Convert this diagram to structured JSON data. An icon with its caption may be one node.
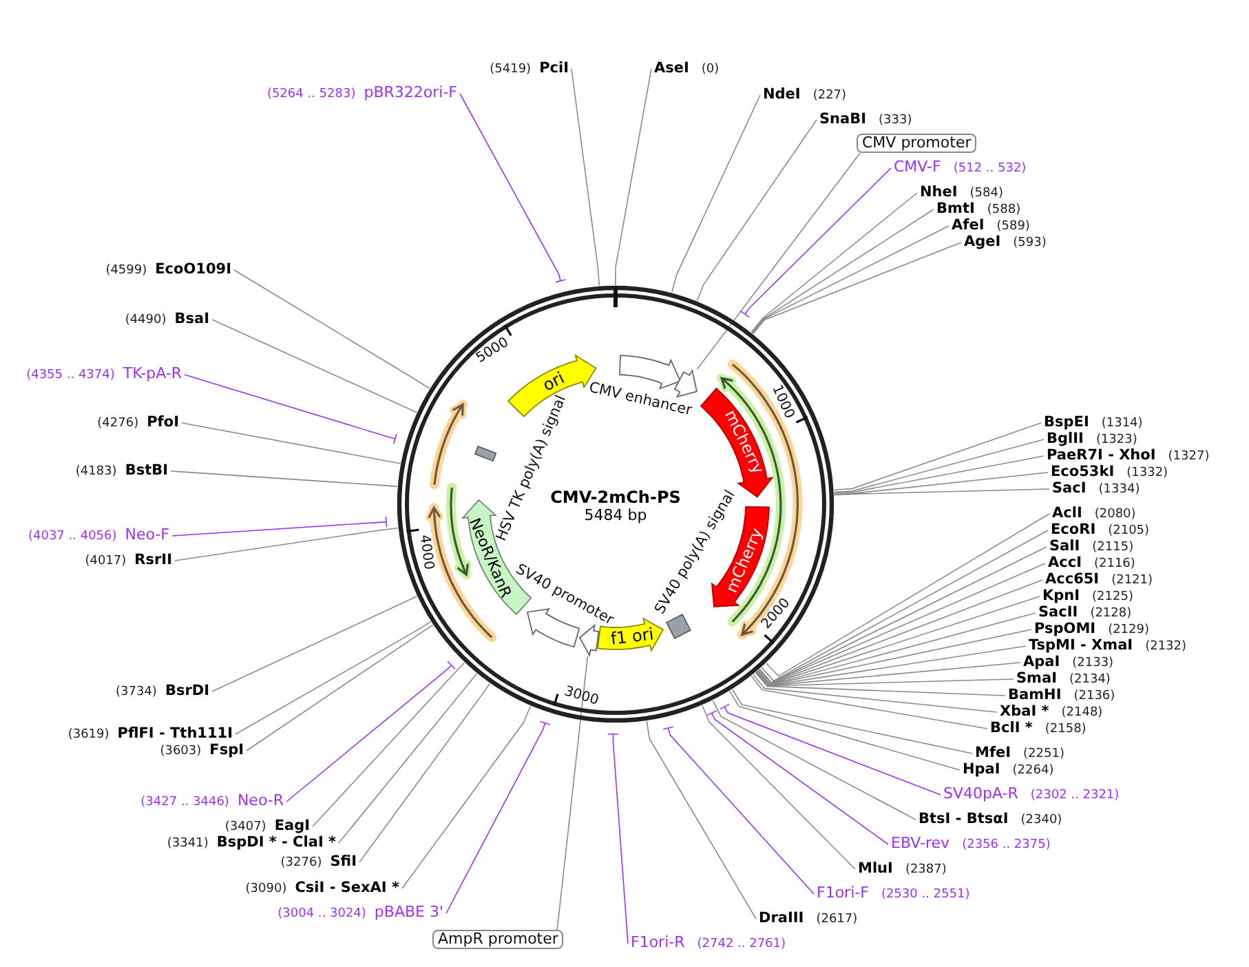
{
  "diagram": {
    "title": "CMV-2mCh-PS",
    "nodes": [
      {
        "text": [
          "(5419)",
          "PciI"
        ]
      },
      {
        "text": [
          "AseI",
          "(0)"
        ]
      },
      {
        "text": [
          "(5264 .. 5283)",
          "pBR322ori-F"
        ]
      },
      {
        "text": [
          "NdeI",
          "(227)"
        ]
      },
      {
        "text": [
          "SnaBI",
          "(333)"
        ]
      },
      {
        "text": [
          "CMV promoter"
        ]
      },
      {
        "text": [
          "CMV-F",
          "(512 .. 532)"
        ]
      },
      {
        "text": [
          "NheI",
          "(584)"
        ]
      },
      {
        "text": [
          "BmtI",
          "(588)"
        ]
      },
      {
        "text": [
          "AfeI",
          "(589)"
        ]
      },
      {
        "text": [
          "AgeI",
          "(593)"
        ]
      },
      {
        "text": [
          "(4599)",
          "EcoO109I"
        ]
      },
      {
        "text": [
          "(4490)",
          "BsaI"
        ]
      },
      {
        "text": [
          "(4355 .. 4374)",
          "TK-pA-R"
        ]
      },
      {
        "text": [
          "(4276)",
          "PfoI"
        ]
      },
      {
        "text": [
          "(4183)",
          "BstBI"
        ]
      },
      {
        "text": [
          "BspEI",
          "(1314)"
        ]
      },
      {
        "text": [
          "BglII",
          "(1323)"
        ]
      },
      {
        "text": [
          "PaeR7I - XhoI",
          "(1327)"
        ]
      },
      {
        "text": [
          "Eco53kI",
          "(1332)"
        ]
      },
      {
        "text": [
          "SacI",
          "(1334)"
        ]
      },
      {
        "text": [
          "(4037 .. 4056)",
          "Neo-F"
        ]
      },
      {
        "text": [
          "(4017)",
          "RsrII"
        ]
      },
      {
        "text": [
          "AclI",
          "(2080)"
        ]
      },
      {
        "text": [
          "EcoRI",
          "(2105)"
        ]
      },
      {
        "text": [
          "SalI",
          "(2115)"
        ]
      },
      {
        "text": [
          "AccI",
          "(2116)"
        ]
      },
      {
        "text": [
          "Acc65I",
          "(2121)"
        ]
      },
      {
        "text": [
          "KpnI",
          "(2125)"
        ]
      },
      {
        "text": [
          "SacII",
          "(2128)"
        ]
      },
      {
        "text": [
          "PspOMI",
          "(2129)"
        ]
      },
      {
        "text": [
          "TspMI - XmaI",
          "(2132)"
        ]
      },
      {
        "text": [
          "ApaI",
          "(2133)"
        ]
      },
      {
        "text": [
          "SmaI",
          "(2134)"
        ]
      },
      {
        "text": [
          "BamHI",
          "(2136)"
        ]
      },
      {
        "text": [
          "XbaI *",
          "(2148)"
        ]
      },
      {
        "text": [
          "BclI *",
          "(2158)"
        ]
      },
      {
        "text": [
          "(3734)",
          "BsrDI"
        ]
      },
      {
        "text": [
          "(3619)",
          "PflFI - Tth111I"
        ]
      },
      {
        "text": [
          "(3603)",
          "FspI"
        ]
      },
      {
        "text": [
          "MfeI",
          "(2251)"
        ]
      },
      {
        "text": [
          "HpaI",
          "(2264)"
        ]
      },
      {
        "text": [
          "SV40pA-R",
          "(2302 .. 2321)"
        ]
      },
      {
        "text": [
          "(3427 .. 3446)",
          "Neo-R"
        ]
      },
      {
        "text": [
          "(3407)",
          "EagI"
        ]
      },
      {
        "text": [
          "BtsI - BtsαI",
          "(2340)"
        ]
      },
      {
        "text": [
          "(3341)",
          "BspDI * - ClaI *"
        ]
      },
      {
        "text": [
          "(3276)",
          "SfiI"
        ]
      },
      {
        "text": [
          "EBV-rev",
          "(2356 .. 2375)"
        ]
      },
      {
        "text": [
          "MluI",
          "(2387)"
        ]
      },
      {
        "text": [
          "(3090)",
          "CsiI - SexAI *"
        ]
      },
      {
        "text": [
          "F1ori-F",
          "(2530 .. 2551)"
        ]
      },
      {
        "text": [
          "(3004 .. 3024)",
          "pBABE 3'"
        ]
      },
      {
        "text": [
          "DraIII",
          "(2617)"
        ]
      },
      {
        "text": [
          "AmpR promoter"
        ]
      },
      {
        "text": [
          "F1ori-R",
          "(2742 .. 2761)"
        ]
      },
      {
        "text": [],
        "shape": "circle"
      },
      {
        "text": [
          "ori"
        ],
        "in": 56
      },
      {
        "text": [],
        "shape": "arrow",
        "beside": [
          "CMV enhancer"
        ],
        "in": 56
      },
      {
        "text": [],
        "shape": "arrow",
        "in": 56
      },
      {
        "text": [
          "mCherry"
        ],
        "in": 56
      },
      {
        "text": [
          "mCherry"
        ],
        "in": 56
      },
      {
        "text": [],
        "shape": "box",
        "beside": [
          "SV40 poly(A) signal"
        ],
        "in": 56
      },
      {
        "text": [
          "f1 ori"
        ],
        "in": 56
      },
      {
        "text": [],
        "shape": "arrow",
        "in": 56
      },
      {
        "text": [],
        "shape": "arrow",
        "beside": [
          "SV40 promoter"
        ],
        "in": 56
      },
      {
        "text": [
          "NeoR/KanR"
        ],
        "in": 56
      },
      {
        "text": [],
        "shape": "box",
        "beside": [
          "HSV TK poly(A) signal"
        ],
        "in": 56
      },
      {
        "text": [],
        "shape": "arrow",
        "in": 56
      },
      {
        "text": [],
        "shape": "arrow",
        "in": 56
      },
      {
        "text": [],
        "shape": "arrow",
        "in": 56
      },
      {
        "text": [],
        "shape": "arrow",
        "in": 56
      },
      {
        "text": [],
        "shape": "arrow",
        "in": 56
      }
    ],
    "edges": [
      {
        "from": 0,
        "to": 56,
        "arrow": "none"
      },
      {
        "from": 1,
        "to": 56,
        "arrow": "none"
      },
      {
        "from": 2,
        "to": 56,
        "arrow": "none",
        "color": "#9b30ff"
      },
      {
        "from": 3,
        "to": 56,
        "arrow": "none"
      },
      {
        "from": 4,
        "to": 56,
        "arrow": "none"
      },
      {
        "from": 5,
        "to": 59,
        "arrow": "none"
      },
      {
        "from": 6,
        "to": 56,
        "arrow": "none",
        "color": "#9b30ff"
      },
      {
        "from": 7,
        "to": 56,
        "arrow": "none"
      },
      {
        "from": 8,
        "to": 56,
        "arrow": "none"
      },
      {
        "from": 9,
        "to": 56,
        "arrow": "none"
      },
      {
        "from": 10,
        "to": 56,
        "arrow": "none"
      },
      {
        "from": 11,
        "to": 56,
        "arrow": "none"
      },
      {
        "from": 12,
        "to": 56,
        "arrow": "none"
      },
      {
        "from": 13,
        "to": 56,
        "arrow": "none",
        "color": "#9b30ff"
      },
      {
        "from": 14,
        "to": 56,
        "arrow": "none"
      },
      {
        "from": 15,
        "to": 56,
        "arrow": "none"
      },
      {
        "from": 16,
        "to": 56,
        "arrow": "none"
      },
      {
        "from": 17,
        "to": 56,
        "arrow": "none"
      },
      {
        "from": 18,
        "to": 56,
        "arrow": "none"
      },
      {
        "from": 19,
        "to": 56,
        "arrow": "none"
      },
      {
        "from": 20,
        "to": 56,
        "arrow": "none"
      },
      {
        "from": 21,
        "to": 56,
        "arrow": "none",
        "color": "#9b30ff"
      },
      {
        "from": 22,
        "to": 56,
        "arrow": "none"
      },
      {
        "from": 23,
        "to": 56,
        "arrow": "none"
      },
      {
        "from": 24,
        "to": 56,
        "arrow": "none"
      },
      {
        "from": 25,
        "to": 56,
        "arrow": "none"
      },
      {
        "from": 26,
        "to": 56,
        "arrow": "none"
      },
      {
        "from": 27,
        "to": 56,
        "arrow": "none"
      },
      {
        "from": 28,
        "to": 56,
        "arrow": "none"
      },
      {
        "from": 29,
        "to": 56,
        "arrow": "none"
      },
      {
        "from": 30,
        "to": 56,
        "arrow": "none"
      },
      {
        "from": 31,
        "to": 56,
        "arrow": "none"
      },
      {
        "from": 32,
        "to": 56,
        "arrow": "none"
      },
      {
        "from": 33,
        "to": 56,
        "arrow": "none"
      },
      {
        "from": 34,
        "to": 56,
        "arrow": "none"
      },
      {
        "from": 35,
        "to": 56,
        "arrow": "none"
      },
      {
        "from": 36,
        "to": 56,
        "arrow": "none"
      },
      {
        "from": 37,
        "to": 56,
        "arrow": "none"
      },
      {
        "from": 38,
        "to": 56,
        "arrow": "none"
      },
      {
        "from": 39,
        "to": 56,
        "arrow": "none"
      },
      {
        "from": 40,
        "to": 56,
        "arrow": "none"
      },
      {
        "from": 41,
        "to": 56,
        "arrow": "none"
      },
      {
        "from": 42,
        "to": 56,
        "arrow": "none",
        "color": "#9b30ff"
      },
      {
        "from": 43,
        "to": 56,
        "arrow": "none",
        "color": "#9b30ff"
      },
      {
        "from": 44,
        "to": 56,
        "arrow": "none"
      },
      {
        "from": 45,
        "to": 56,
        "arrow": "none"
      },
      {
        "from": 46,
        "to": 56,
        "arrow": "none"
      },
      {
        "from": 47,
        "to": 56,
        "arrow": "none"
      },
      {
        "from": 48,
        "to": 56,
        "arrow": "none",
        "color": "#9b30ff"
      },
      {
        "from": 49,
        "to": 56,
        "arrow": "none"
      },
      {
        "from": 50,
        "to": 56,
        "arrow": "none"
      },
      {
        "from": 51,
        "to": 56,
        "arrow": "none",
        "color": "#9b30ff"
      },
      {
        "from": 52,
        "to": 56,
        "arrow": "none",
        "color": "#9b30ff"
      },
      {
        "from": 53,
        "to": 56,
        "arrow": "none"
      },
      {
        "from": 54,
        "to": 64,
        "arrow": "none"
      },
      {
        "from": 55,
        "to": 56,
        "arrow": "none",
        "color": "#9b30ff"
      }
    ],
    "labels": [
      "5484 bp",
      "1000",
      "2000",
      "3000",
      "4000",
      "5000"
    ]
  }
}
